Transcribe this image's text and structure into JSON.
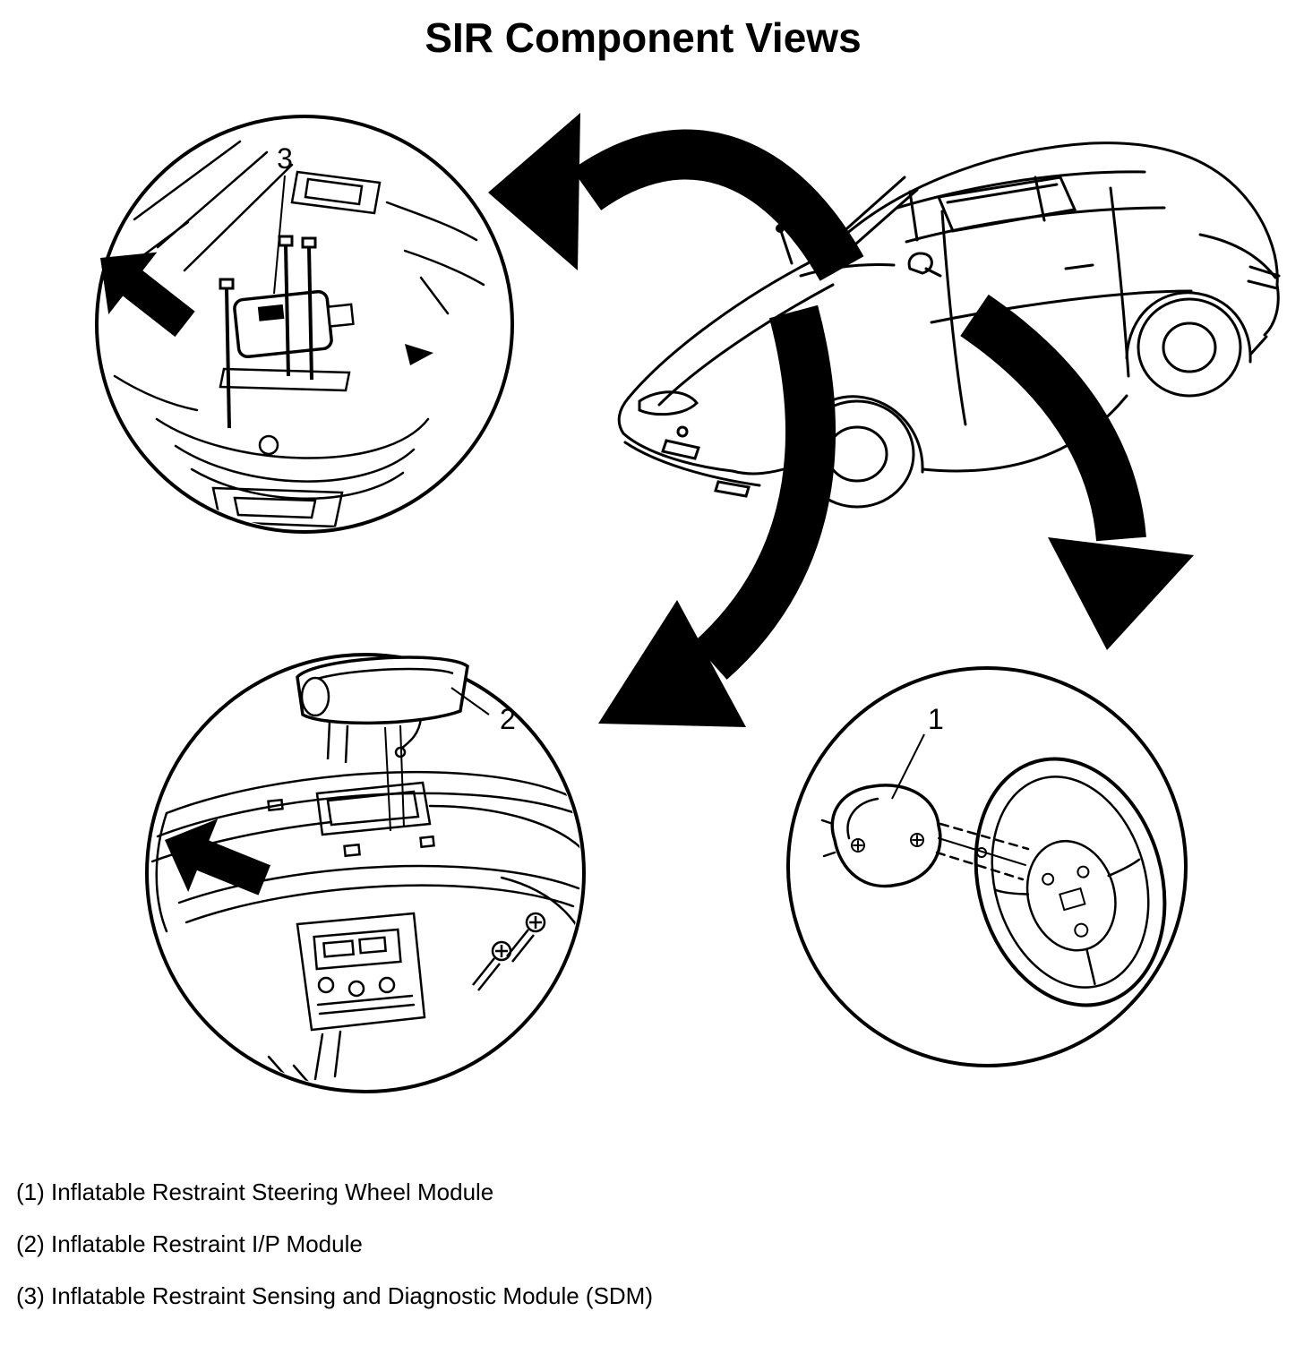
{
  "title": "SIR Component Views",
  "figure": {
    "type": "exploded-component-diagram",
    "callout_labels": {
      "one": "1",
      "two": "2",
      "three": "3"
    }
  },
  "legend": {
    "items": [
      "(1) Inflatable Restraint Steering Wheel Module",
      "(2) Inflatable Restraint I/P Module",
      "(3) Inflatable Restraint Sensing and Diagnostic Module (SDM)"
    ]
  },
  "colors": {
    "ink": "#000000",
    "paper": "#ffffff"
  }
}
